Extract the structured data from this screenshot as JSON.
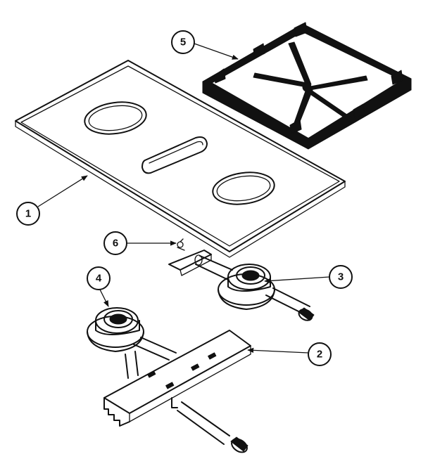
{
  "callouts": [
    {
      "id": "1",
      "label": "1"
    },
    {
      "id": "2",
      "label": "2"
    },
    {
      "id": "3",
      "label": "3"
    },
    {
      "id": "4",
      "label": "4"
    },
    {
      "id": "5",
      "label": "5"
    },
    {
      "id": "6",
      "label": "6"
    }
  ],
  "parts": {
    "cooktop": "cooktop-panel",
    "grate": "burner-grate",
    "right_burner": "burner-assembly-right",
    "left_burner": "burner-assembly-left",
    "manifold": "burner-bracket",
    "clip": "clip"
  }
}
